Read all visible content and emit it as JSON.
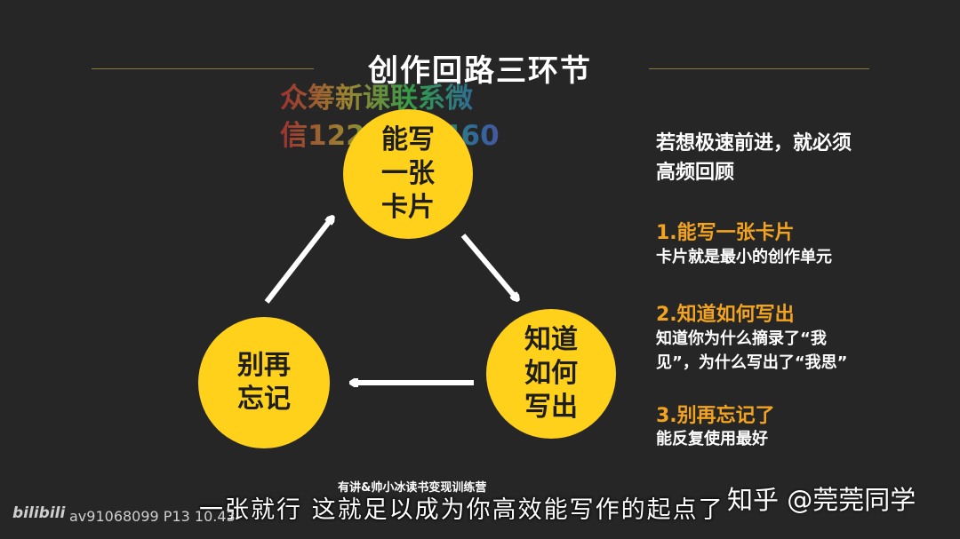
{
  "title": "创作回路三环节",
  "watermark": {
    "line1": "众筹新课联系微",
    "line2": "信1222091460"
  },
  "cycle": {
    "top": [
      "能写",
      "一张",
      "卡片"
    ],
    "right": [
      "知道",
      "如何",
      "写出"
    ],
    "left": [
      "别再",
      "忘记"
    ]
  },
  "panel": {
    "intro": [
      "若想极速前进，就必须",
      "高频回顾"
    ],
    "points": [
      {
        "heading": "1.能写一张卡片",
        "lines": [
          "卡片就是最小的创作单元"
        ]
      },
      {
        "heading": "2.知道如何写出",
        "lines": [
          "知道你为什么摘录了“我",
          "见”，为什么写出了“我思”"
        ]
      },
      {
        "heading": "3.别再忘记了",
        "lines": [
          "能反复使用最好"
        ]
      }
    ]
  },
  "overlay": {
    "caption": "有讲&帅小冰读书变现训练营",
    "subtitle": "一张就行 这就足以成为你高效能写作的起点了",
    "zhihu": "知乎 @莞莞同学",
    "bilibili_logo": "bilibili",
    "video_id": "av91068099 P13 10.43"
  },
  "colors": {
    "background": "#262626",
    "circle": "#ffd11a",
    "accent": "#f2a320",
    "text": "#ffffff"
  }
}
